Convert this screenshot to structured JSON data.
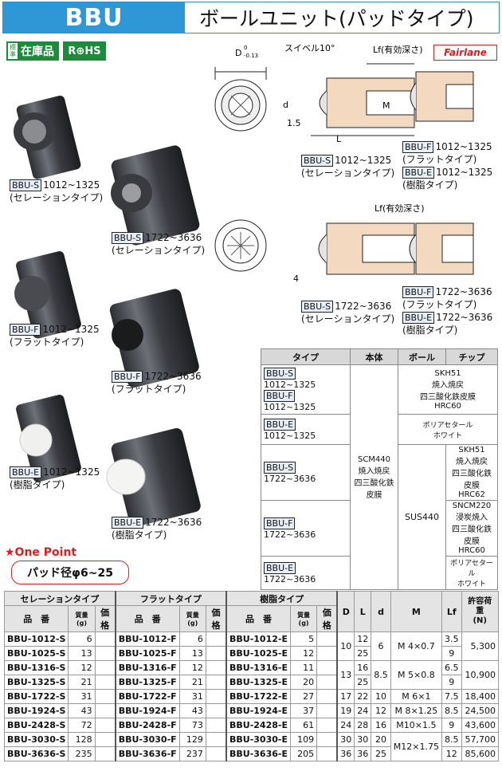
{
  "header": {
    "code": "BBU",
    "title": "ボールユニット(パッドタイプ)"
  },
  "badges": {
    "stock_small": "標準",
    "stock": "在庫品",
    "rohs": "R⊕HS",
    "brand": "Fairlane"
  },
  "photos": [
    {
      "tag": "BBU-S",
      "range": "1012~1325",
      "type": "(セレーションタイプ)"
    },
    {
      "tag": "BBU-S",
      "range": "1722~3636",
      "type": "(セレーションタイプ)"
    },
    {
      "tag": "BBU-F",
      "range": "1012~1325",
      "type": "(フラットタイプ)"
    },
    {
      "tag": "BBU-F",
      "range": "1722~3636",
      "type": "(フラットタイプ)"
    },
    {
      "tag": "BBU-E",
      "range": "1012~1325",
      "type": "(樹脂タイプ)"
    },
    {
      "tag": "BBU-E",
      "range": "1722~3636",
      "type": "(樹脂タイプ)"
    }
  ],
  "drawings": {
    "dim_D": "D",
    "dim_D_tol_top": "0",
    "dim_D_tol_bot": "-0.13",
    "swivel": "スイベル10°",
    "lf_label": "Lf(有効深さ)",
    "d": "d",
    "M": "M",
    "L": "L",
    "v15": "1.5",
    "v4": "4",
    "cap1": {
      "tag": "BBU-S",
      "range": "1012~1325",
      "type": "(セレーションタイプ)"
    },
    "cap2": [
      {
        "tag": "BBU-F",
        "range": "1012~1325",
        "type": "(フラットタイプ)"
      },
      {
        "tag": "BBU-E",
        "range": "1012~1325",
        "type": "(樹脂タイプ)"
      }
    ],
    "cap3": {
      "tag": "BBU-S",
      "range": "1722~3636",
      "type": "(セレーションタイプ)"
    },
    "cap4": [
      {
        "tag": "BBU-F",
        "range": "1722~3636",
        "type": "(フラットタイプ)"
      },
      {
        "tag": "BBU-E",
        "range": "1722~3636",
        "type": "(樹脂タイプ)"
      }
    ]
  },
  "material": {
    "headers": [
      "タイプ",
      "本体",
      "ボール",
      "チップ"
    ],
    "body": "SCM440\n焼入焼戻\n四三酸化鉄皮膜",
    "ball": "SUS440",
    "rows": [
      {
        "types": [
          {
            "tag": "BBU-S",
            "range": "1012~1325"
          },
          {
            "tag": "BBU-F",
            "range": "1012~1325"
          }
        ],
        "chip": "SKH51\n焼入焼戻\n四三酸化鉄皮膜\nHRC60"
      },
      {
        "types": [
          {
            "tag": "BBU-E",
            "range": "1012~1325"
          }
        ],
        "chip": "ポリアセタール\nホワイト"
      },
      {
        "types": [
          {
            "tag": "BBU-S",
            "range": "1722~3636"
          }
        ],
        "chip": "SKH51\n焼入焼戻\n四三酸化鉄皮膜\nHRC62"
      },
      {
        "types": [
          {
            "tag": "BBU-F",
            "range": "1722~3636"
          }
        ],
        "chip": "SNCM220\n浸炭焼入\n四三酸化鉄皮膜\nHRC60"
      },
      {
        "types": [
          {
            "tag": "BBU-E",
            "range": "1722~3636"
          }
        ],
        "chip": "ポリアセタール\nホワイト"
      }
    ]
  },
  "one_point": {
    "label": "★One Point",
    "text": "パッド径φ6~25"
  },
  "spec": {
    "group_headers": [
      "セレーションタイプ",
      "フラットタイプ",
      "樹脂タイプ"
    ],
    "sub_headers": {
      "code": "品　番",
      "mass": "質量(g)",
      "price": "価格"
    },
    "dim_headers": [
      "D",
      "L",
      "d",
      "M",
      "Lf",
      "許容荷重\n(N)"
    ],
    "rows": [
      {
        "s": "BBU-1012-S",
        "sm": "6",
        "f": "BBU-1012-F",
        "fm": "6",
        "e": "BBU-1012-E",
        "em": "5"
      },
      {
        "s": "BBU-1025-S",
        "sm": "13",
        "f": "BBU-1025-F",
        "fm": "13",
        "e": "BBU-1025-E",
        "em": "12"
      },
      {
        "s": "BBU-1316-S",
        "sm": "12",
        "f": "BBU-1316-F",
        "fm": "12",
        "e": "BBU-1316-E",
        "em": "11"
      },
      {
        "s": "BBU-1325-S",
        "sm": "21",
        "f": "BBU-1325-F",
        "fm": "21",
        "e": "BBU-1325-E",
        "em": "20"
      },
      {
        "s": "BBU-1722-S",
        "sm": "31",
        "f": "BBU-1722-F",
        "fm": "31",
        "e": "BBU-1722-E",
        "em": "27"
      },
      {
        "s": "BBU-1924-S",
        "sm": "43",
        "f": "BBU-1924-F",
        "fm": "43",
        "e": "BBU-1924-E",
        "em": "37"
      },
      {
        "s": "BBU-2428-S",
        "sm": "72",
        "f": "BBU-2428-F",
        "fm": "73",
        "e": "BBU-2428-E",
        "em": "61"
      },
      {
        "s": "BBU-3030-S",
        "sm": "128",
        "f": "BBU-3030-F",
        "fm": "129",
        "e": "BBU-3030-E",
        "em": "109"
      },
      {
        "s": "BBU-3636-S",
        "sm": "235",
        "f": "BBU-3636-F",
        "fm": "237",
        "e": "BBU-3636-E",
        "em": "205"
      }
    ],
    "dims": {
      "D": [
        "10",
        "13",
        "17",
        "19",
        "24",
        "30",
        "36"
      ],
      "L": [
        "12",
        "25",
        "16",
        "25",
        "22",
        "24",
        "28",
        "30",
        "36"
      ],
      "d": [
        "6",
        "8.5",
        "10",
        "12",
        "16",
        "20",
        "25"
      ],
      "M": [
        "M 4×0.7",
        "M 5×0.8",
        "M 6×1",
        "M 8×1.25",
        "M10×1.5",
        "M12×1.75"
      ],
      "Lf": [
        "3.5",
        "9",
        "6.5",
        "9",
        "7.5",
        "8.5",
        "9",
        "8.5",
        "12"
      ],
      "N": [
        "5,300",
        "10,900",
        "18,400",
        "24,500",
        "43,600",
        "57,700",
        "85,600"
      ]
    }
  }
}
